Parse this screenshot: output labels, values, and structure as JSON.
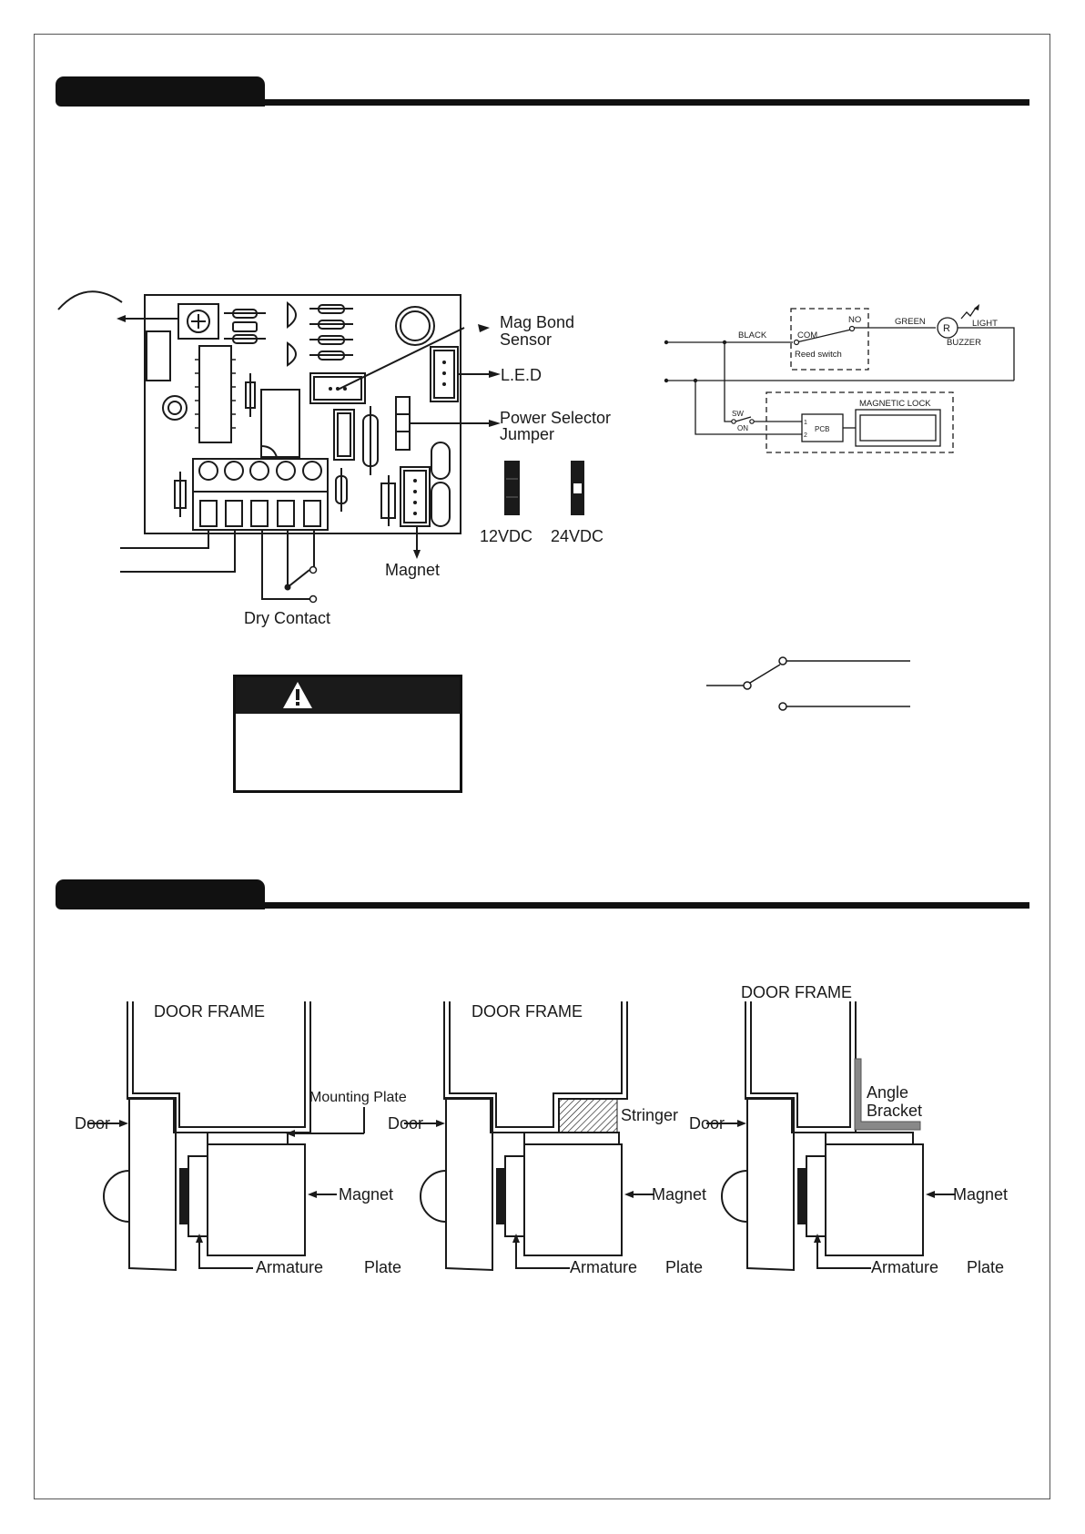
{
  "pcb": {
    "mag_bond_sensor_line1": "Mag Bond",
    "mag_bond_sensor_line2": "Sensor",
    "led": "L.E.D",
    "power_selector_line1": "Power Selector",
    "power_selector_line2": "Jumper",
    "jumper_12v": "12VDC",
    "jumper_24v": "24VDC",
    "magnet": "Magnet",
    "dry_contact": "Dry Contact"
  },
  "wiring": {
    "black": "BLACK",
    "green": "GREEN",
    "com": "COM.",
    "no": "NO",
    "reed_switch": "Reed switch",
    "r": "R",
    "light": "LIGHT",
    "buzzer": "BUZZER",
    "magnetic_lock": "MAGNETIC LOCK",
    "sw": "SW",
    "on": "ON",
    "pcb": "PCB",
    "pin1": "1",
    "pin2": "2"
  },
  "install": {
    "door_frame": "DOOR FRAME",
    "door": "Door",
    "mounting_plate": "Mounting Plate",
    "stringer": "Stringer",
    "angle": "Angle",
    "bracket": "Bracket",
    "magnet": "Magnet",
    "armature": "Armature",
    "plate": "Plate"
  },
  "colors": {
    "ink": "#1a1a1a",
    "frame": "#555555",
    "shade": "#888888"
  },
  "icons": {
    "warning": "warning-triangle-icon"
  }
}
